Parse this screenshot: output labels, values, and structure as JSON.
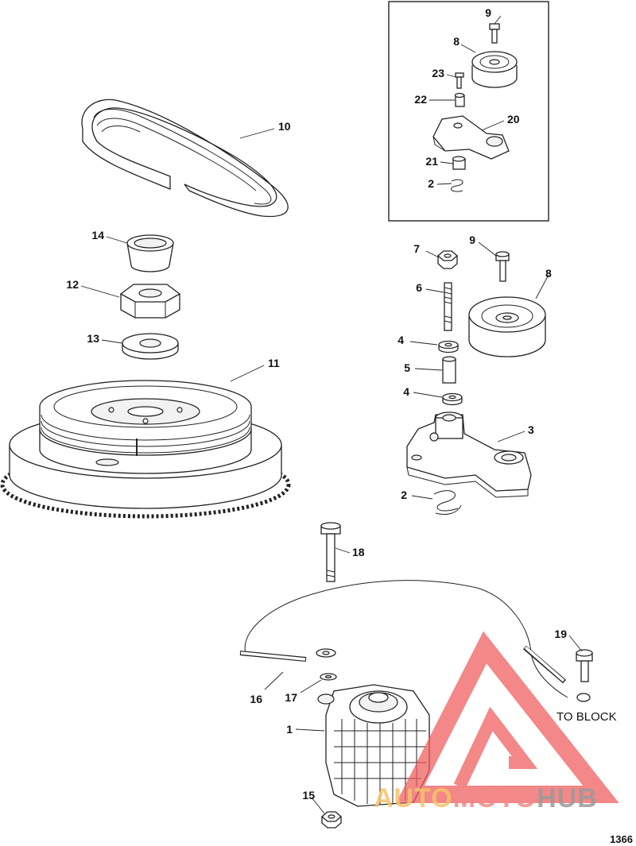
{
  "diagram": {
    "figure_number": "1366",
    "callouts": [
      {
        "id": "c9a",
        "text": "9"
      },
      {
        "id": "c8a",
        "text": "8"
      },
      {
        "id": "c23",
        "text": "23"
      },
      {
        "id": "c22",
        "text": "22"
      },
      {
        "id": "c20",
        "text": "20"
      },
      {
        "id": "c21",
        "text": "21"
      },
      {
        "id": "c2a",
        "text": "2"
      },
      {
        "id": "c10",
        "text": "10"
      },
      {
        "id": "c14",
        "text": "14"
      },
      {
        "id": "c12",
        "text": "12"
      },
      {
        "id": "c13",
        "text": "13"
      },
      {
        "id": "c11",
        "text": "11"
      },
      {
        "id": "c7",
        "text": "7"
      },
      {
        "id": "c9b",
        "text": "9"
      },
      {
        "id": "c6",
        "text": "6"
      },
      {
        "id": "c8b",
        "text": "8"
      },
      {
        "id": "c4a",
        "text": "4"
      },
      {
        "id": "c5",
        "text": "5"
      },
      {
        "id": "c4b",
        "text": "4"
      },
      {
        "id": "c3",
        "text": "3"
      },
      {
        "id": "c2b",
        "text": "2"
      },
      {
        "id": "c18",
        "text": "18"
      },
      {
        "id": "c19",
        "text": "19"
      },
      {
        "id": "c16",
        "text": "16"
      },
      {
        "id": "c17",
        "text": "17"
      },
      {
        "id": "c1",
        "text": "1"
      },
      {
        "id": "c15",
        "text": "15"
      }
    ],
    "annotation": "TO BLOCK"
  },
  "watermark": {
    "part_a": "AUTO",
    "part_b": "MOTO",
    "part_c": "HUB",
    "color_a": "#f6c46a",
    "color_b": "#f28a8a",
    "color_c": "#9a9a9a",
    "logo_color": "#f05a5a"
  }
}
